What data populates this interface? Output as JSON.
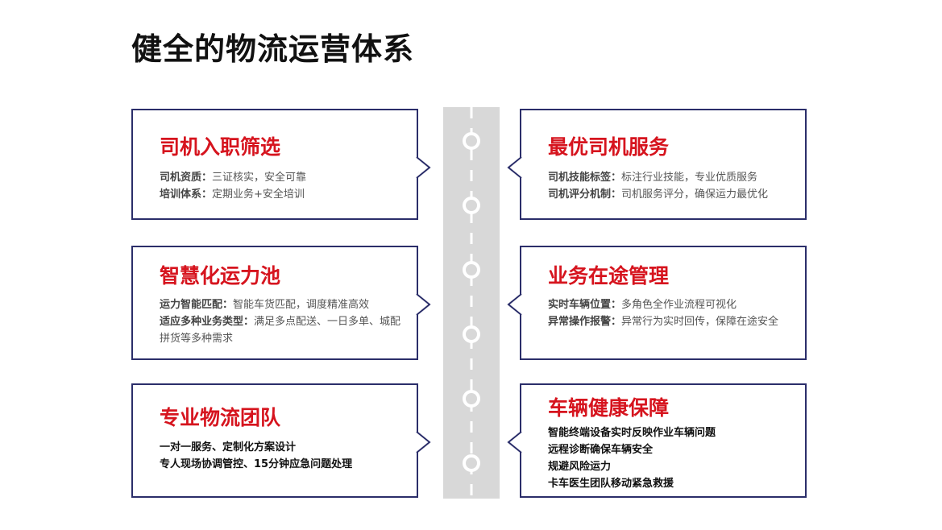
{
  "page_title": "健全的物流运营体系",
  "cards": [
    {
      "title": "司机入职筛选",
      "lines": [
        {
          "key": "司机资质",
          "sep": "：",
          "text": "三证核实，安全可靠"
        },
        {
          "key": "培训体系",
          "sep": "：",
          "text": "定期业务+安全培训"
        }
      ]
    },
    {
      "title": "最优司机服务",
      "lines": [
        {
          "key": "司机技能标签",
          "sep": "：",
          "text": "标注行业技能，专业优质服务"
        },
        {
          "key": "司机评分机制",
          "sep": "：",
          "text": "司机服务评分，确保运力最优化"
        }
      ]
    },
    {
      "title": "智慧化运力池",
      "lines": [
        {
          "key": "运力智能匹配",
          "sep": "：",
          "text": "智能车货匹配，调度精准高效"
        },
        {
          "key": "适应多种业务类型",
          "sep": "：",
          "text": "满足多点配送、一日多单、城配拼货等多种需求"
        }
      ]
    },
    {
      "title": "业务在途管理",
      "lines": [
        {
          "key": "实时车辆位置",
          "sep": "：",
          "text": "多角色全作业流程可视化"
        },
        {
          "key": "异常操作报警",
          "sep": "：",
          "text": "异常行为实时回传，保障在途安全"
        }
      ]
    },
    {
      "title": "专业物流团队",
      "lines": [
        {
          "text": "一对一服务、定制化方案设计"
        },
        {
          "text": "专人现场协调管控、15分钟应急问题处理"
        }
      ]
    },
    {
      "title": "车辆健康保障",
      "lines": [
        {
          "text": "智能终端设备实时反映作业车辆问题"
        },
        {
          "text": "远程诊断确保车辆安全"
        },
        {
          "text": "规避风险运力"
        },
        {
          "text": "卡车医生团队移动紧急救援"
        }
      ]
    }
  ]
}
